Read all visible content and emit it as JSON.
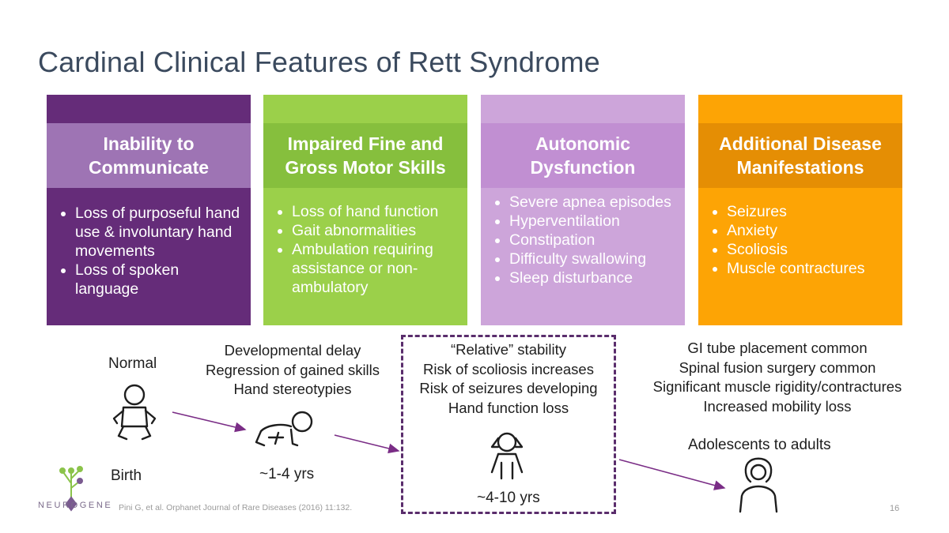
{
  "title": "Cardinal Clinical Features of Rett Syndrome",
  "cards": [
    {
      "heading_l1": "Inability to",
      "heading_l2": "Communicate",
      "bullets": [
        "Loss of purposeful hand use & involuntary hand movements",
        "Loss of spoken language"
      ]
    },
    {
      "heading_l1": "Impaired Fine and",
      "heading_l2": "Gross Motor Skills",
      "bullets": [
        "Loss of hand function",
        "Gait abnormalities",
        "Ambulation requiring assistance or non-ambulatory"
      ]
    },
    {
      "heading_l1": "Autonomic",
      "heading_l2": "Dysfunction",
      "bullets": [
        "Severe apnea episodes",
        "Hyperventilation",
        "Constipation",
        "Difficulty swallowing",
        "Sleep disturbance"
      ]
    },
    {
      "heading_l1": "Additional Disease",
      "heading_l2": "Manifestations",
      "bullets": [
        "Seizures",
        "Anxiety",
        "Scoliosis",
        "Muscle contractures"
      ]
    }
  ],
  "timeline": {
    "normal": "Normal",
    "birth": "Birth",
    "stage2": {
      "lines": [
        "Developmental delay",
        "Regression of gained skills",
        "Hand stereotypies"
      ],
      "age": "~1-4 yrs"
    },
    "stage3": {
      "lines": [
        "“Relative” stability",
        "Risk of scoliosis increases",
        "Risk of seizures developing",
        "Hand function loss"
      ],
      "age": "~4-10 yrs"
    },
    "stage4": {
      "lines": [
        "GI tube placement common",
        "Spinal fusion surgery common",
        "Significant muscle rigidity/contractures",
        "Increased mobility loss"
      ],
      "age": "Adolescents to adults"
    }
  },
  "colors": {
    "purple_dark": "#652c79",
    "green": "#9bd04a",
    "lavender": "#cda5da",
    "orange": "#fda405",
    "arrow": "#7a2d86"
  },
  "icons": [
    "baby-icon",
    "crawling-baby-icon",
    "girl-icon",
    "woman-icon",
    "tree-logo-icon"
  ],
  "logo": "NEUROGENE",
  "citation": "Pini G, et al. Orphanet Journal of Rare Diseases (2016) 11:132.",
  "page_number": "16"
}
